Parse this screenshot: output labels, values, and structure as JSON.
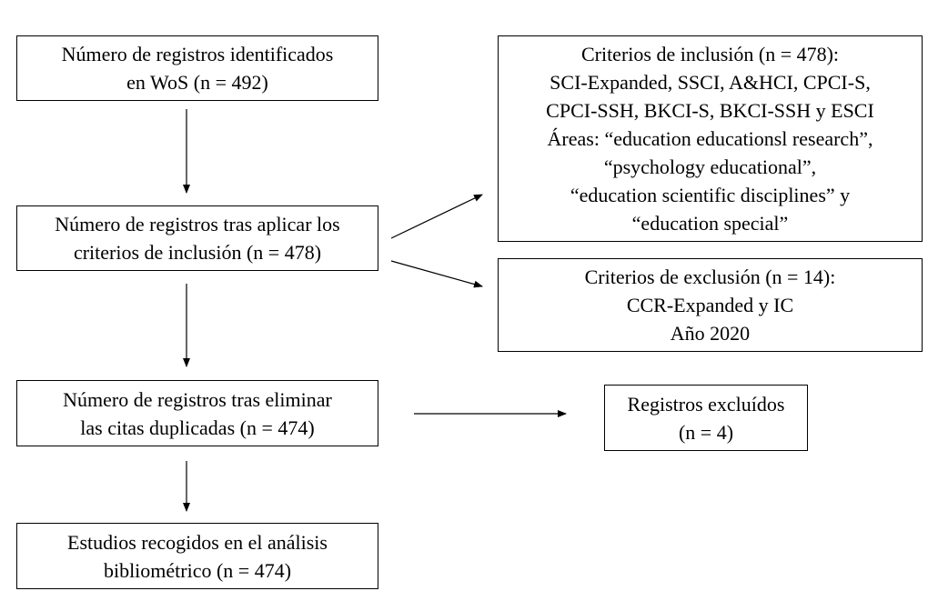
{
  "left_column": {
    "box1": {
      "line1": "Número de registros identificados",
      "line2": "en WoS (n = 492)"
    },
    "box2": {
      "line1": "Número de registros tras aplicar los",
      "line2": "criterios de inclusión (n = 478)"
    },
    "box3": {
      "line1": "Número de registros tras eliminar",
      "line2": "las citas duplicadas (n = 474)"
    },
    "box4": {
      "line1": "Estudios recogidos en el análisis",
      "line2": "bibliométrico (n = 474)"
    }
  },
  "right_column": {
    "inclusion": {
      "line1": "Criterios de inclusión (n = 478):",
      "line2": "SCI-Expanded, SSCI, A&HCI, CPCI-S,",
      "line3": "CPCI-SSH, BKCI-S, BKCI-SSH y ESCI",
      "line4": "Áreas: “education educationsl research”,",
      "line5": "“psychology educational”,",
      "line6": "“education scientific disciplines” y",
      "line7": "“education special”"
    },
    "exclusion": {
      "line1": "Criterios de exclusión (n = 14):",
      "line2": "CCR-Expanded y IC",
      "line3": "Año 2020"
    },
    "excluded": {
      "line1": "Registros excluídos",
      "line2": "(n = 4)"
    }
  },
  "colors": {
    "stroke": "#000000",
    "background": "#ffffff"
  }
}
